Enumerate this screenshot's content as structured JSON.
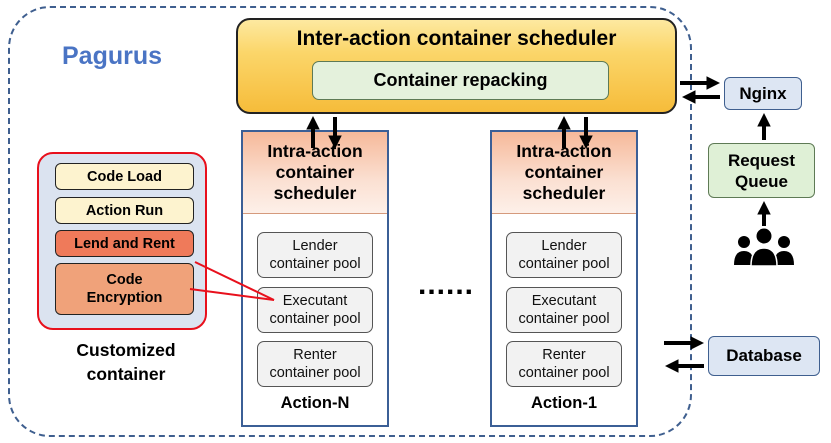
{
  "system_title": "Pagurus",
  "scheduler": {
    "title": "Inter-action container scheduler",
    "repacking": "Container repacking"
  },
  "actions": [
    {
      "head": [
        "Intra-action",
        "container",
        "scheduler"
      ],
      "pools": [
        [
          "Lender",
          "container pool"
        ],
        [
          "Executant",
          "container pool"
        ],
        [
          "Renter",
          "container pool"
        ]
      ],
      "label": "Action-N"
    },
    {
      "head": [
        "Intra-action",
        "container",
        "scheduler"
      ],
      "pools": [
        [
          "Lender",
          "container pool"
        ],
        [
          "Executant",
          "container pool"
        ],
        [
          "Renter",
          "container pool"
        ]
      ],
      "label": "Action-1"
    }
  ],
  "ellipsis": "......",
  "customized": {
    "items": [
      "Code Load",
      "Action Run",
      "Lend and Rent",
      "Code Encryption"
    ],
    "label_line1": "Customized",
    "label_line2": "container"
  },
  "nginx": "Nginx",
  "request_queue": [
    "Request",
    "Queue"
  ],
  "database": "Database",
  "icons": {
    "users": "users-group-icon"
  },
  "colors": {
    "accent_title": "#4a74c4",
    "scheduler_fill": "#f6bc3a",
    "highlight_red": "#e8101c",
    "border_blue": "#3b5f96"
  }
}
